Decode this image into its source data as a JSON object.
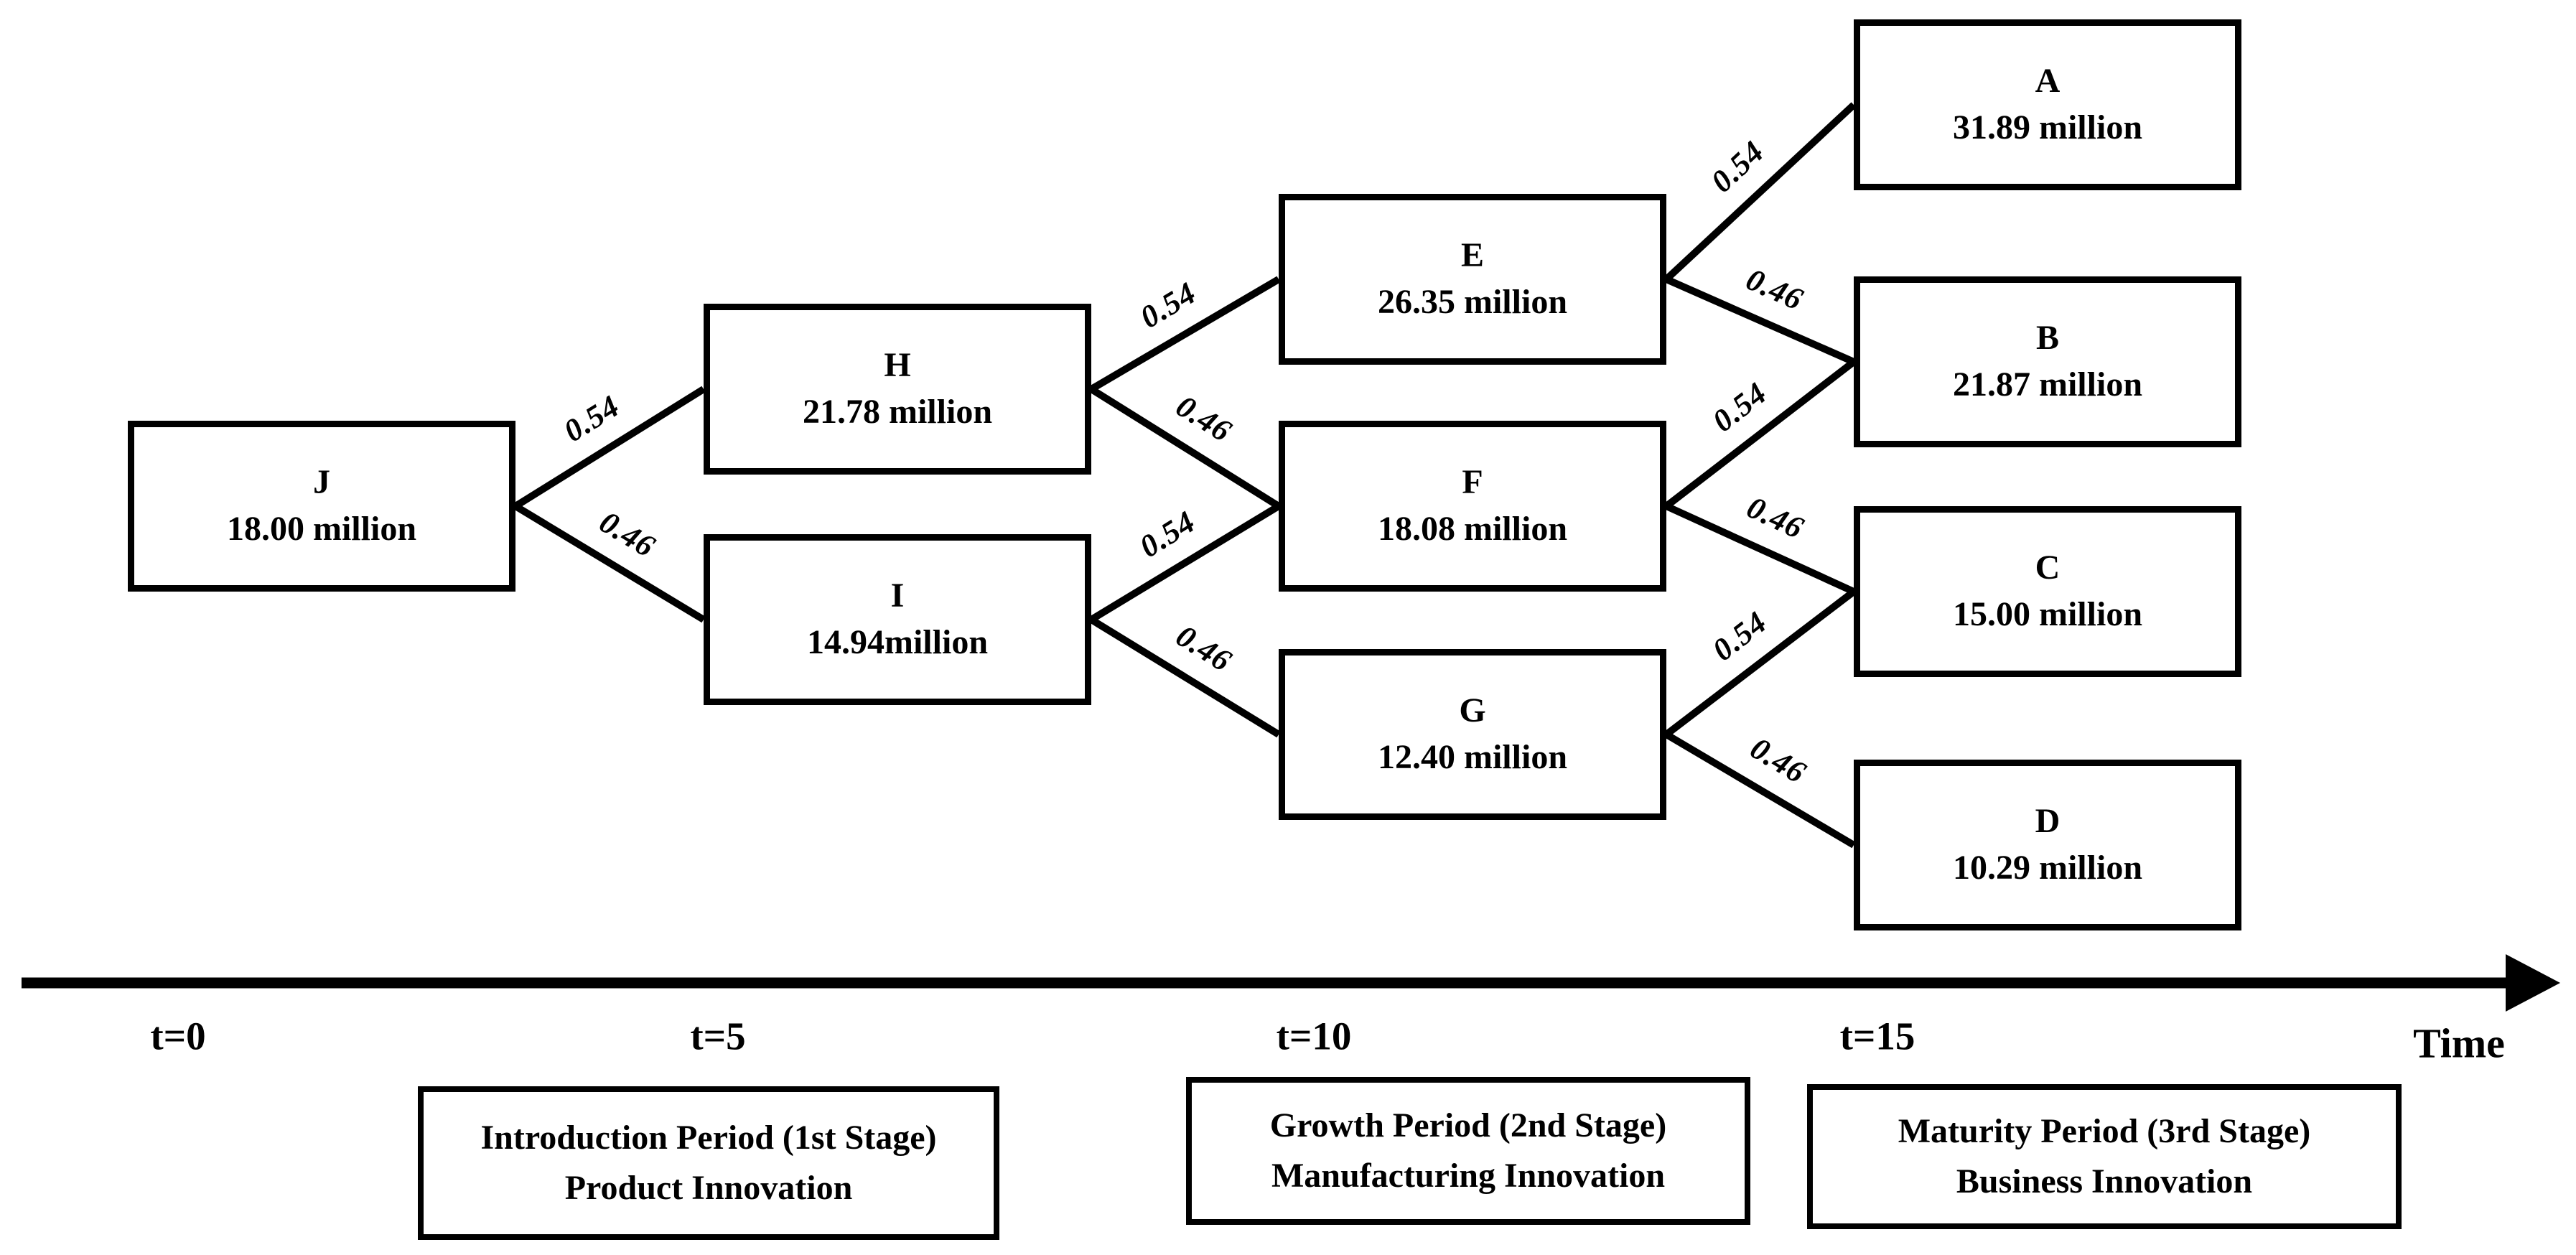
{
  "diagram": {
    "nodes": [
      {
        "id": "J",
        "name": "J",
        "value": "18.00 million"
      },
      {
        "id": "H",
        "name": "H",
        "value": "21.78 million"
      },
      {
        "id": "I",
        "name": "I",
        "value": "14.94million"
      },
      {
        "id": "E",
        "name": "E",
        "value": "26.35 million"
      },
      {
        "id": "F",
        "name": "F",
        "value": "18.08 million"
      },
      {
        "id": "G",
        "name": "G",
        "value": "12.40 million"
      },
      {
        "id": "A",
        "name": "A",
        "value": "31.89 million"
      },
      {
        "id": "B",
        "name": "B",
        "value": "21.87 million"
      },
      {
        "id": "C",
        "name": "C",
        "value": "15.00 million"
      },
      {
        "id": "D",
        "name": "D",
        "value": "10.29 million"
      }
    ],
    "edges": [
      {
        "from": "J",
        "to": "H",
        "probability": "0.54"
      },
      {
        "from": "J",
        "to": "I",
        "probability": "0.46"
      },
      {
        "from": "H",
        "to": "E",
        "probability": "0.54"
      },
      {
        "from": "H",
        "to": "F",
        "probability": "0.46"
      },
      {
        "from": "I",
        "to": "F",
        "probability": "0.54"
      },
      {
        "from": "I",
        "to": "G",
        "probability": "0.46"
      },
      {
        "from": "E",
        "to": "A",
        "probability": "0.54"
      },
      {
        "from": "E",
        "to": "B",
        "probability": "0.46"
      },
      {
        "from": "F",
        "to": "B",
        "probability": "0.54"
      },
      {
        "from": "F",
        "to": "C",
        "probability": "0.46"
      },
      {
        "from": "G",
        "to": "C",
        "probability": "0.54"
      },
      {
        "from": "G",
        "to": "D",
        "probability": "0.46"
      }
    ]
  },
  "timeline": {
    "ticks": [
      "t=0",
      "t=5",
      "t=10",
      "t=15"
    ],
    "axis_label": "Time"
  },
  "stages": [
    {
      "line1": "Introduction Period (1st Stage)",
      "line2": "Product Innovation"
    },
    {
      "line1": "Growth Period (2nd Stage)",
      "line2": "Manufacturing Innovation"
    },
    {
      "line1": "Maturity Period (3rd Stage)",
      "line2": "Business Innovation"
    }
  ]
}
